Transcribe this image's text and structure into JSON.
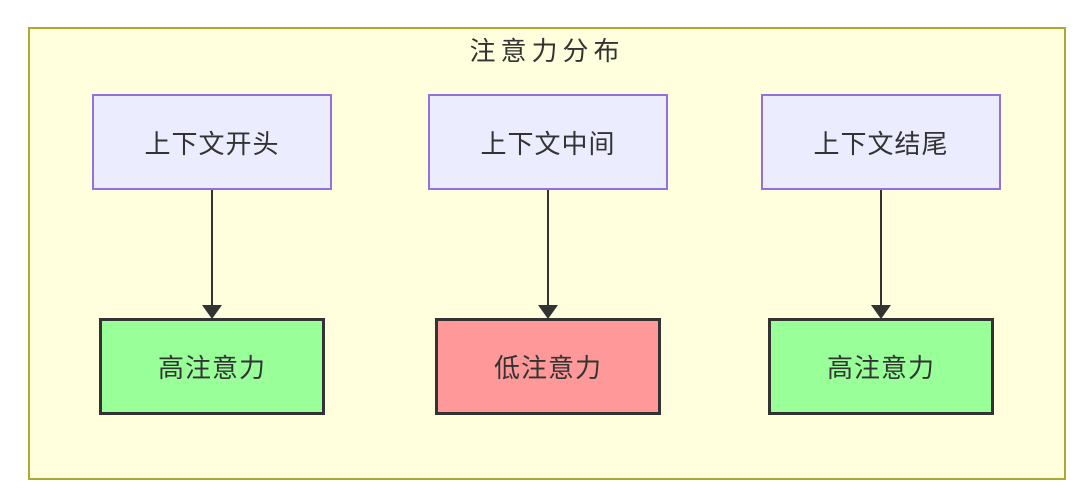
{
  "diagram": {
    "type": "flowchart",
    "title": "注意力分布",
    "columns": [
      {
        "source": "上下文开头",
        "target": "高注意力",
        "level": "high"
      },
      {
        "source": "上下文中间",
        "target": "低注意力",
        "level": "low"
      },
      {
        "source": "上下文结尾",
        "target": "高注意力",
        "level": "high"
      }
    ],
    "edges": [
      {
        "from": "上下文开头",
        "to": "高注意力"
      },
      {
        "from": "上下文中间",
        "to": "低注意力"
      },
      {
        "from": "上下文结尾",
        "to": "高注意力"
      }
    ]
  },
  "colors": {
    "cluster_bg": "#ffffde",
    "cluster_border": "#aaaa33",
    "node_bg": "#ececff",
    "node_border": "#9370db",
    "high_attention_bg": "#99ff99",
    "low_attention_bg": "#ff9999",
    "result_border": "#333333",
    "text": "#333333",
    "arrow": "#333333"
  }
}
